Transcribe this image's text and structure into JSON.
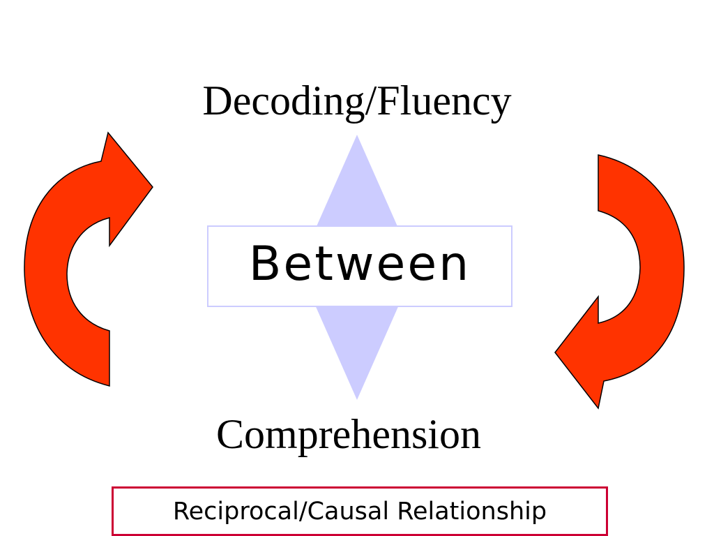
{
  "diagram": {
    "top_label": "Decoding/Fluency",
    "center_label": "Between",
    "bottom_label": "Comprehension",
    "caption": "Reciprocal/Causal Relationship"
  },
  "colors": {
    "arrow_fill": "#ff3300",
    "arrow_stroke": "#000000",
    "diamond_fill": "#ccccff",
    "center_box_border": "#ccccff",
    "caption_border": "#cc0033"
  },
  "icons": {
    "left_arrow": "curved-arrow-up-icon",
    "right_arrow": "curved-arrow-down-icon"
  }
}
